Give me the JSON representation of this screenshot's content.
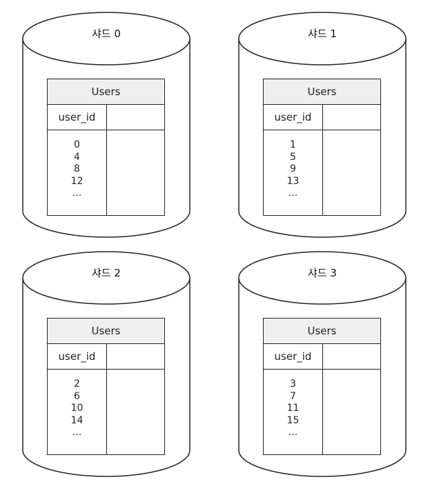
{
  "shards": [
    {
      "label": "샤드 0",
      "table": {
        "title": "Users",
        "column": "user_id",
        "rows": [
          "0",
          "4",
          "8",
          "12",
          "..."
        ]
      }
    },
    {
      "label": "샤드 1",
      "table": {
        "title": "Users",
        "column": "user_id",
        "rows": [
          "1",
          "5",
          "9",
          "13",
          "..."
        ]
      }
    },
    {
      "label": "샤드 2",
      "table": {
        "title": "Users",
        "column": "user_id",
        "rows": [
          "2",
          "6",
          "10",
          "14",
          "..."
        ]
      }
    },
    {
      "label": "샤드 3",
      "table": {
        "title": "Users",
        "column": "user_id",
        "rows": [
          "3",
          "7",
          "11",
          "15",
          "..."
        ]
      }
    }
  ]
}
